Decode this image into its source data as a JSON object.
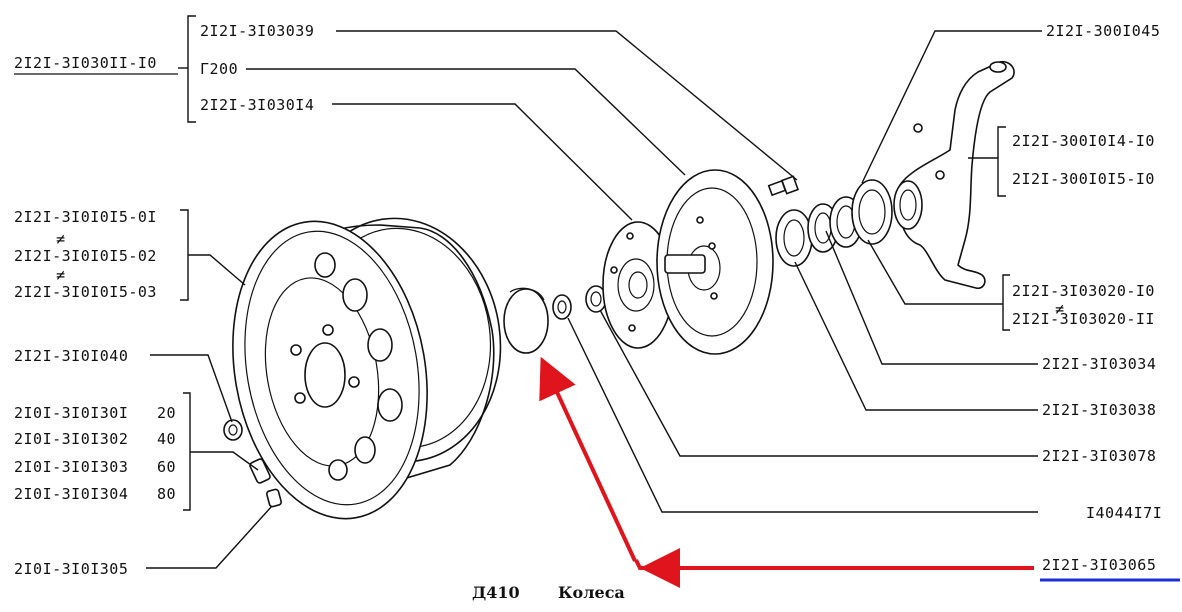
{
  "figure": {
    "code": "Д410",
    "title": "Колеса",
    "marker_color": "#e0141c",
    "underline_color": "#1a2fd6"
  },
  "labels": {
    "assembly_main": "2I2I-3I030II-I0",
    "bracket_top_1": "2I2I-3I03039",
    "bracket_top_2": "Г200",
    "bracket_top_3": "2I2I-3I030I4",
    "wheel_1": "2I2I-3I0I0I5-0I",
    "wheel_2": "2I2I-3I0I0I5-02",
    "wheel_3": "2I2I-3I0I0I5-03",
    "nut": "2I2I-3I0I040",
    "bolt_1": "2I0I-3I0I30I",
    "bolt_1_qty": "20",
    "bolt_2": "2I0I-3I0I302",
    "bolt_2_qty": "40",
    "bolt_3": "2I0I-3I0I303",
    "bolt_3_qty": "60",
    "bolt_4": "2I0I-3I0I304",
    "bolt_4_qty": "80",
    "bolt_bottom": "2I0I-3I0I305",
    "knuckle": "2I2I-300I045",
    "knuckle_1": "2I2I-300I0I4-I0",
    "knuckle_2": "2I2I-300I0I5-I0",
    "hub_1": "2I2I-3I03020-I0",
    "hub_2": "2I2I-3I03020-II",
    "r_1": "2I2I-3I03034",
    "r_2": "2I2I-3I03038",
    "r_3": "2I2I-3I03078",
    "r_4": "I4044I7I",
    "cap_highlighted": "2I2I-3I03065",
    "neq_mark": "≠"
  }
}
